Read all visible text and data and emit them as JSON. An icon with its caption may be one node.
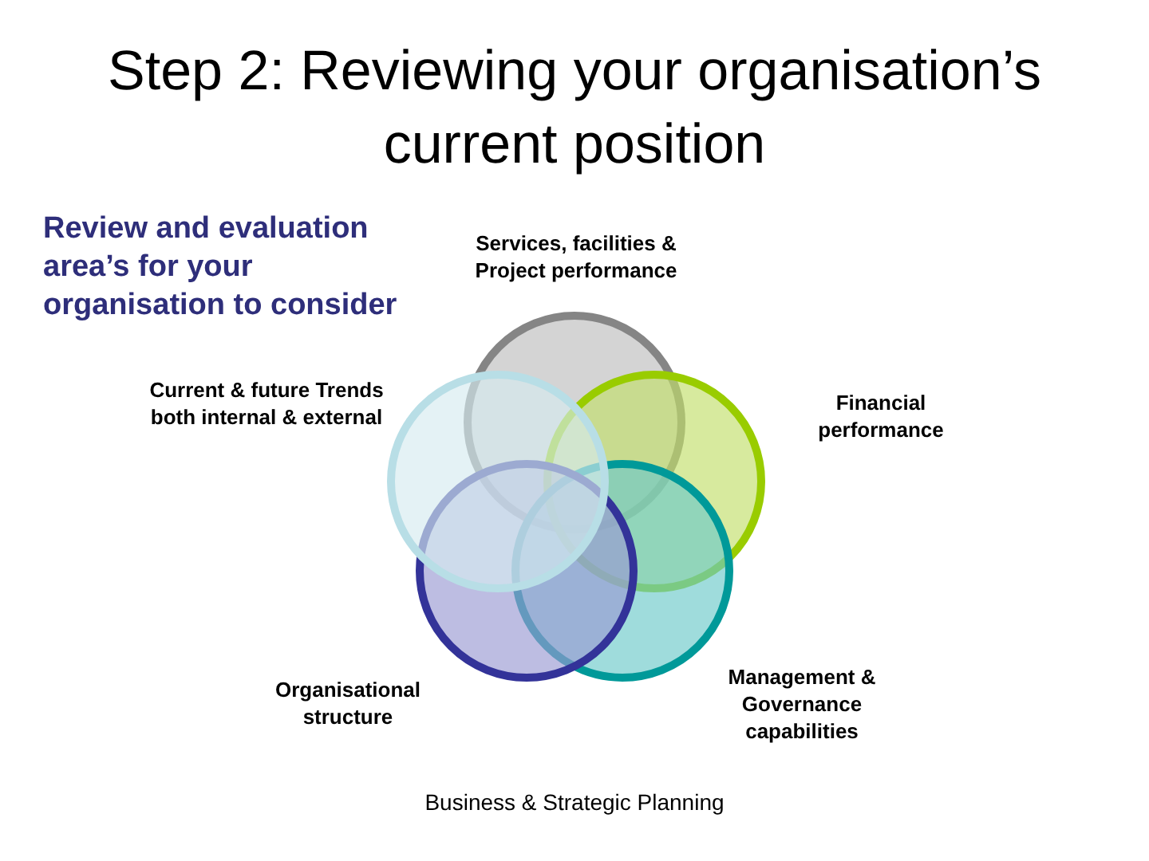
{
  "diagram": {
    "title": "Step 2: Reviewing your organisation’s current position",
    "nodes": [
      {
        "text": [],
        "shape": "circle",
        "beside": [
          "Services, facilities & Project performance"
        ]
      },
      {
        "text": [],
        "shape": "circle",
        "beside": [
          "Current & future Trends both internal & external"
        ]
      },
      {
        "text": [],
        "shape": "circle",
        "beside": [
          "Financial performance"
        ]
      },
      {
        "text": [],
        "shape": "circle",
        "beside": [
          "Organisational structure"
        ]
      },
      {
        "text": [],
        "shape": "circle",
        "beside": [
          "Management & Governance capabilities"
        ]
      }
    ],
    "labels": [
      "Review and evaluation area’s for your organisation to consider",
      "Business & Strategic Planning"
    ]
  }
}
